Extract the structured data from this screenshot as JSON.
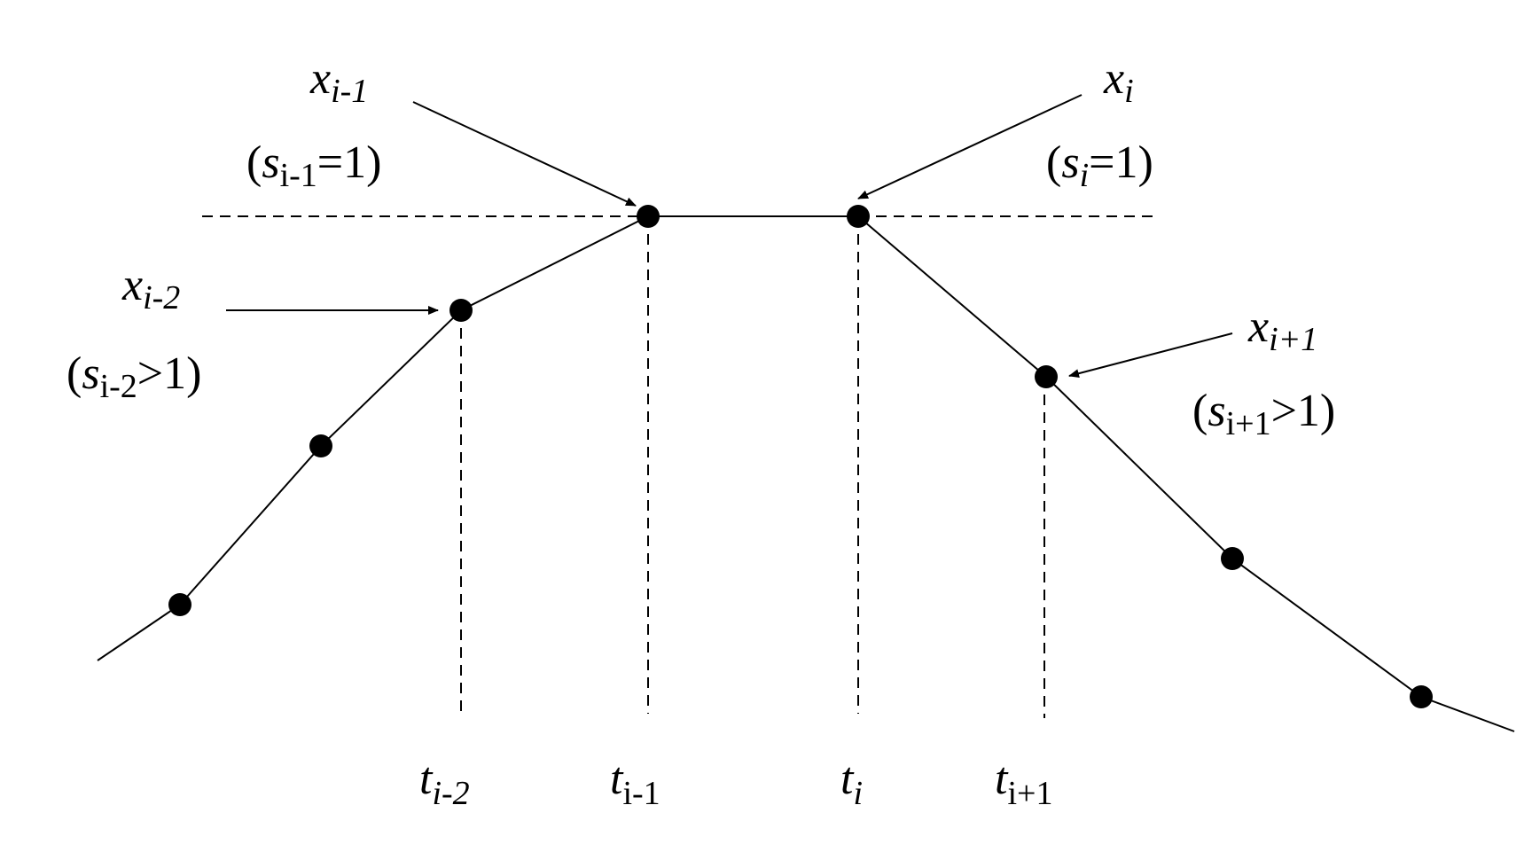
{
  "labels": {
    "x_im1": {
      "base": "x",
      "sub": "i-1"
    },
    "s_im1": {
      "open": "(",
      "base": "s",
      "sub": "i-1",
      "rest": "=1)"
    },
    "x_i": {
      "base": "x",
      "sub": "i"
    },
    "s_i": {
      "open": "(",
      "base": "s",
      "sub": "i",
      "rest": "=1)"
    },
    "x_im2": {
      "base": "x",
      "sub": "i-2"
    },
    "s_im2": {
      "open": "(",
      "base": "s",
      "sub": "i-2",
      "rest": ">1)"
    },
    "x_ip1": {
      "base": "x",
      "sub": "i+1"
    },
    "s_ip1": {
      "open": "(",
      "base": "s",
      "sub": "i+1",
      "rest": ">1)"
    },
    "t_im2": {
      "base": "t",
      "sub": "i-2"
    },
    "t_im1": {
      "base": "t",
      "sub": "i-1"
    },
    "t_i": {
      "base": "t",
      "sub": "i"
    },
    "t_ip1": {
      "base": "t",
      "sub": "i+1"
    }
  },
  "colors": {
    "ink": "#000000",
    "background": "#ffffff"
  }
}
